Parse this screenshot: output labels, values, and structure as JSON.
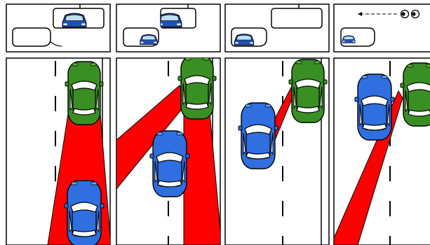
{
  "figure": {
    "panel_count": 4,
    "colors": {
      "blue_car": "#2f6fe0",
      "blue_car_light": "#5da8ff",
      "green_car": "#3a8f24",
      "green_car_light": "#56b532",
      "view_zone": "#ff0000",
      "road": "#ffffff",
      "outline": "#000000"
    },
    "panels": [
      {
        "rearview_mirror_shows": "car",
        "side_mirror_shows": "empty",
        "green_car_visible_in": "rearview-mirror",
        "blue_car_lane": "right",
        "view_zones": [
          "rearview"
        ]
      },
      {
        "rearview_mirror_shows": "car-partial",
        "side_mirror_shows": "car",
        "green_car_visible_in": "both-mirrors",
        "blue_car_lane": "center",
        "view_zones": [
          "rearview",
          "side-mirror"
        ]
      },
      {
        "rearview_mirror_shows": "empty",
        "side_mirror_shows": "car",
        "green_car_visible_in": "side-mirror",
        "blue_car_lane": "left-forward",
        "view_zones": [
          "side-mirror"
        ]
      },
      {
        "rearview_mirror_shows": "empty",
        "side_mirror_shows": "car-small",
        "green_car_visible_in": "side-mirror-edge",
        "blue_car_lane": "left-level",
        "view_zones": [
          "side-mirror"
        ],
        "eyes_glance": "left"
      }
    ]
  }
}
